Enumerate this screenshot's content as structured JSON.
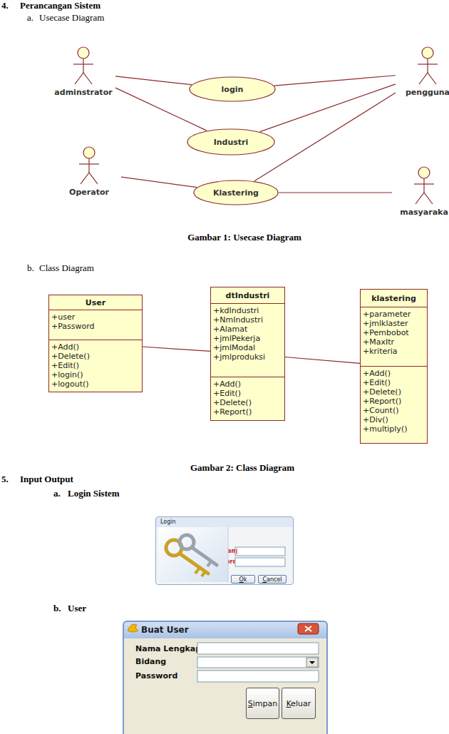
{
  "diagram": {
    "nodes": [
      {
        "text": [
          "adminstrator"
        ]
      },
      {
        "text": [
          "login"
        ]
      },
      {
        "text": [
          "pengguna"
        ]
      },
      {
        "text": [
          "Industri"
        ]
      },
      {
        "text": [
          "Operator"
        ]
      },
      {
        "text": [
          "Klastering"
        ]
      },
      {
        "text": [
          "masyaraka"
        ]
      },
      {
        "text": [
          "User",
          "+user",
          "+Password",
          "+Add()",
          "+Delete()",
          "+Edit()",
          "+login()",
          "+logout()"
        ]
      },
      {
        "text": [
          "dtIndustri",
          "+kdIndustri",
          "+NmIndustri",
          "+Alamat",
          "+jmlPekerja",
          "+jmlModal",
          "+jmlproduksi",
          "+Add()",
          "+Edit()",
          "+Delete()",
          "+Report()"
        ]
      },
      {
        "text": [
          "klastering",
          "+parameter",
          "+jmlklaster",
          "+Pembobot",
          "+MaxItr",
          "+kriteria",
          "+Add()",
          "+Edit()",
          "+Delete()",
          "+Report()",
          "+Count()",
          "+Div()",
          "+multiply()"
        ]
      },
      {
        "text": [
          "Login",
          "User Name",
          "Password"
        ]
      },
      {
        "text": [
          "Ok"
        ],
        "in": 10
      },
      {
        "text": [
          "Cancel"
        ],
        "in": 10
      },
      {
        "text": [
          "Buat User",
          "Nama Lengkap",
          "Bidang",
          "Password"
        ]
      },
      {
        "text": [
          "Simpan"
        ],
        "in": 13
      },
      {
        "text": [
          "Keluar"
        ],
        "in": 13
      }
    ],
    "edges": [
      {
        "from": 0,
        "to": 1,
        "arrow": "none"
      },
      {
        "from": 0,
        "to": 3,
        "arrow": "none"
      },
      {
        "from": 2,
        "to": 1,
        "arrow": "none"
      },
      {
        "from": 2,
        "to": 3,
        "arrow": "none"
      },
      {
        "from": 2,
        "to": 5,
        "arrow": "none"
      },
      {
        "from": 4,
        "to": 5,
        "arrow": "none"
      },
      {
        "from": 6,
        "to": 5,
        "arrow": "none"
      },
      {
        "from": 7,
        "to": 8,
        "arrow": "none"
      },
      {
        "from": 8,
        "to": 9,
        "arrow": "none"
      }
    ],
    "labels": [
      "4.",
      "Perancangan Sistem",
      "a.",
      "Usecase Diagram",
      "Gambar 1: Usecase Diagram",
      "b.",
      "Class Diagram",
      "Gambar 2: Class Diagram",
      "5.",
      "Input Output",
      "a.",
      "Login Sistem",
      "b.",
      "User"
    ]
  }
}
